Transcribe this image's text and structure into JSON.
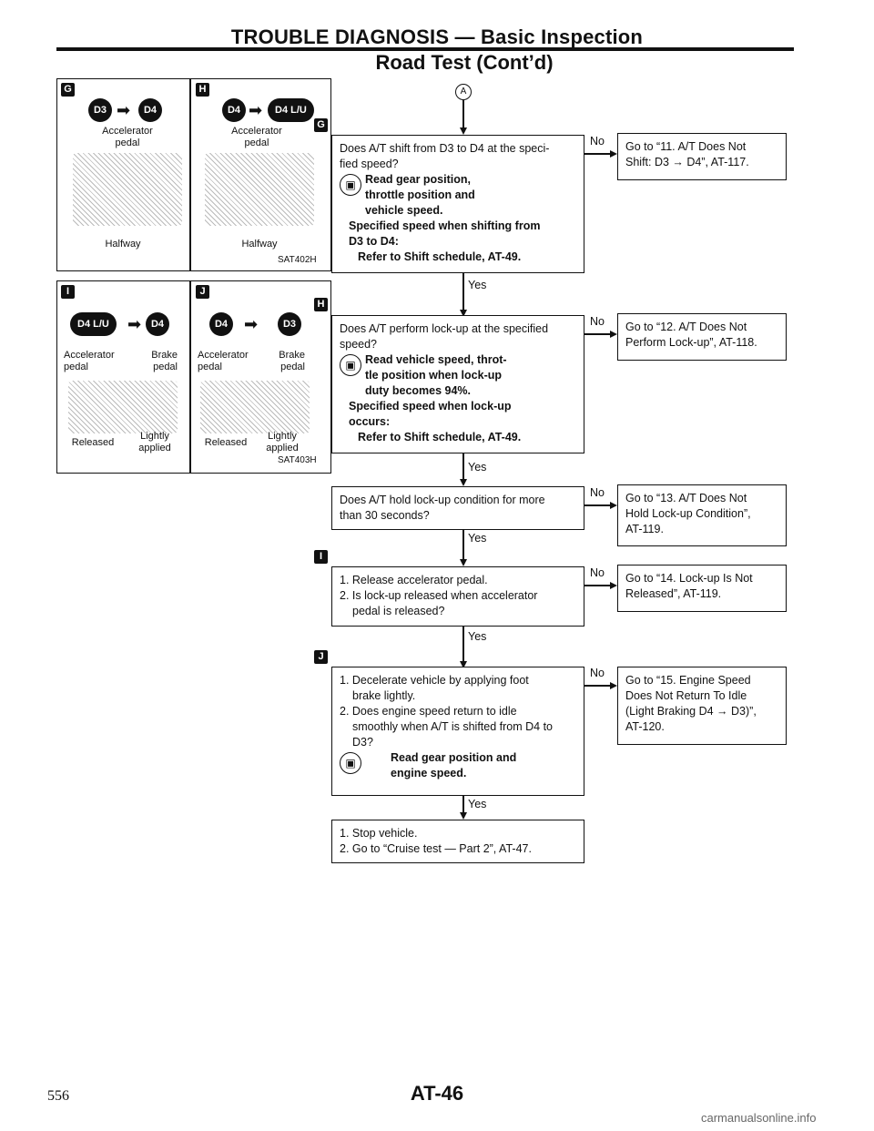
{
  "header": {
    "title": "TROUBLE DIAGNOSIS — Basic Inspection",
    "subtitle": "Road Test (Cont’d)"
  },
  "figures": {
    "G": {
      "letter": "G",
      "from": "D3",
      "to": "D4",
      "label1": "Accelerator pedal",
      "label2": "Halfway"
    },
    "H": {
      "letter": "H",
      "from": "D4",
      "to": "D4 L/U",
      "label1": "Accelerator pedal",
      "label2": "Halfway",
      "code": "SAT402H"
    },
    "I": {
      "letter": "I",
      "from": "D4 L/U",
      "to": "D4",
      "accel": "Accelerator pedal",
      "brake": "Brake pedal",
      "released": "Released",
      "lightly": "Lightly applied"
    },
    "J": {
      "letter": "J",
      "from": "D4",
      "to": "D3",
      "accel": "Accelerator pedal",
      "brake": "Brake pedal",
      "released": "Released",
      "lightly": "Lightly applied",
      "code": "SAT403H"
    }
  },
  "flow": {
    "entry": "A",
    "steps": [
      {
        "letter": "G",
        "q1": "Does A/T shift from D3 to D4 at the speci-",
        "q2": "fied speed?",
        "tool1": "Read gear position,",
        "tool2": "throttle position and",
        "tool3": "vehicle speed.",
        "spec1": "Specified speed when shifting from",
        "spec2": "D3 to D4:",
        "spec3": "Refer to Shift schedule, AT-49.",
        "no": "No",
        "yes": "Yes",
        "ref1": "Go to “11. A/T Does Not",
        "ref2": "Shift: D3 → D4”, AT-117."
      },
      {
        "letter": "H",
        "q1": "Does A/T perform lock-up at the specified",
        "q2": "speed?",
        "tool1": "Read vehicle speed, throt-",
        "tool2": "tle position when lock-up",
        "tool3": "duty becomes 94%.",
        "spec1": "Specified speed when lock-up",
        "spec2": "occurs:",
        "spec3": "Refer to Shift schedule, AT-49.",
        "no": "No",
        "yes": "Yes",
        "ref1": "Go to “12. A/T Does Not",
        "ref2": "Perform Lock-up”, AT-118."
      },
      {
        "q1": "Does A/T hold lock-up condition for more",
        "q2": "than 30 seconds?",
        "no": "No",
        "yes": "Yes",
        "ref1": "Go to “13. A/T Does Not",
        "ref2": "Hold Lock-up Condition”,",
        "ref3": "AT-119."
      },
      {
        "letter": "I",
        "l1": "1. Release accelerator pedal.",
        "l2": "2. Is lock-up released when accelerator",
        "l3": "pedal is released?",
        "no": "No",
        "yes": "Yes",
        "ref1": "Go to “14. Lock-up Is Not",
        "ref2": "Released”, AT-119."
      },
      {
        "letter": "J",
        "l1": "1. Decelerate vehicle by applying foot",
        "l2": "brake lightly.",
        "l3": "2. Does engine speed return to idle",
        "l4": "smoothly when A/T is shifted from D4 to",
        "l5": "D3?",
        "tool1": "Read gear position and",
        "tool2": "engine speed.",
        "no": "No",
        "yes": "Yes",
        "ref1": "Go to “15. Engine Speed",
        "ref2": "Does Not Return To Idle",
        "ref3": "(Light Braking D4 → D3)”,",
        "ref4": "AT-120."
      }
    ],
    "final1": "1. Stop vehicle.",
    "final2": "2. Go to “Cruise test — Part 2”, AT-47."
  },
  "footer": {
    "page_left": "556",
    "page_code": "AT-46",
    "watermark": "carmanualsonline.info"
  }
}
